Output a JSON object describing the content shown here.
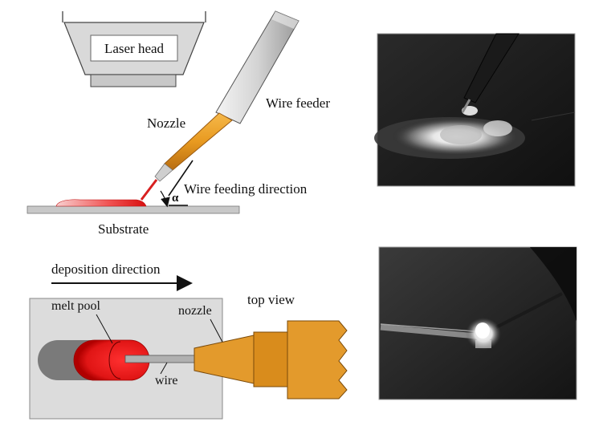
{
  "side_view": {
    "laser_head_label": "Laser head",
    "wire_feeder_label": "Wire feeder",
    "nozzle_label": "Nozzle",
    "wire_feeding_direction_label": "Wire feeding direction",
    "angle_symbol": "α",
    "substrate_label": "Substrate"
  },
  "top_view_diagram": {
    "deposition_direction_label": "deposition direction",
    "top_view_label": "top view",
    "melt_pool_label": "melt pool",
    "nozzle_label": "nozzle",
    "wire_label": "wire"
  },
  "colors": {
    "nozzle": "#f0a020",
    "nozzle_dark": "#c07010",
    "melt_pool": "#e8282a",
    "substrate": "#c8c8c8",
    "feeder": "#d8d8d8",
    "top_view_plate": "#dcdcdc"
  }
}
